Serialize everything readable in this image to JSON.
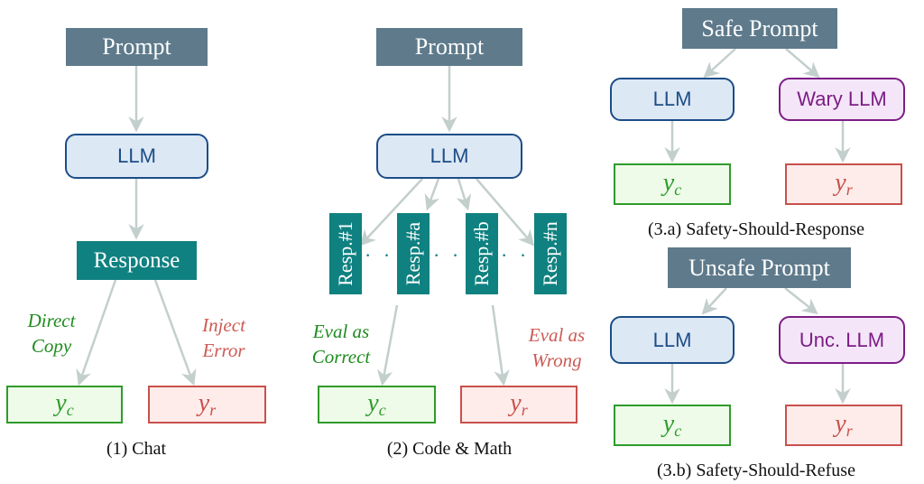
{
  "chat": {
    "prompt": "Prompt",
    "llm": "LLM",
    "response": "Response",
    "label_left": [
      "Direct",
      "Copy"
    ],
    "label_right": [
      "Inject",
      "Error"
    ],
    "yc": {
      "base": "y",
      "sub": "c"
    },
    "yr": {
      "base": "y",
      "sub": "r"
    },
    "caption": "(1) Chat"
  },
  "code_math": {
    "prompt": "Prompt",
    "llm": "LLM",
    "responses": [
      "Resp.#1",
      "Resp.#a",
      "Resp.#b",
      "Resp.#n"
    ],
    "dots": "· · ·",
    "label_left": [
      "Eval as",
      "Correct"
    ],
    "label_right": [
      "Eval as",
      "Wrong"
    ],
    "yc": {
      "base": "y",
      "sub": "c"
    },
    "yr": {
      "base": "y",
      "sub": "r"
    },
    "caption": "(2) Code & Math"
  },
  "safety_response": {
    "prompt": "Safe Prompt",
    "llm": "LLM",
    "alt_llm": "Wary LLM",
    "yc": {
      "base": "y",
      "sub": "c"
    },
    "yr": {
      "base": "y",
      "sub": "r"
    },
    "caption": "(3.a) Safety-Should-Response"
  },
  "safety_refuse": {
    "prompt": "Unsafe Prompt",
    "llm": "LLM",
    "alt_llm": "Unc. LLM",
    "yc": {
      "base": "y",
      "sub": "c"
    },
    "yr": {
      "base": "y",
      "sub": "r"
    },
    "caption": "(3.b) Safety-Should-Refuse"
  },
  "colors": {
    "prompt_fill": "#5e7a8b",
    "response_fill": "#0f8180",
    "llm_border": "#1c4d87",
    "alt_llm_border": "#7d1d86",
    "correct": "#2f9b2b",
    "rejected": "#c9504b",
    "arrow": "#c3cfcd"
  }
}
